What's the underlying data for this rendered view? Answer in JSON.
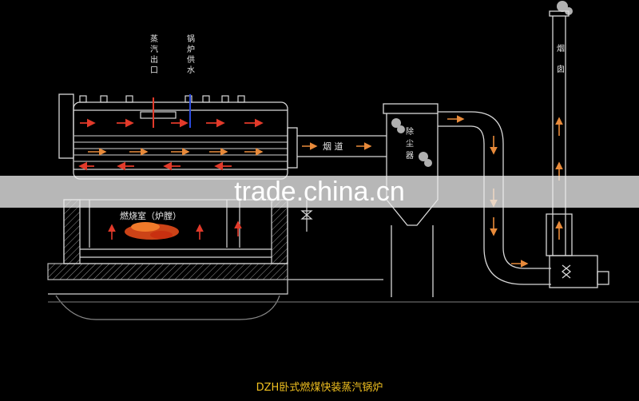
{
  "labels": {
    "steam_outlet": "蒸汽出口",
    "water_supply": "锅炉供水",
    "flue": "烟 道",
    "dust_collector": "除尘器",
    "chimney": "烟囱",
    "combustion_chamber": "燃烧室（炉膛）"
  },
  "watermark": "trade.china.cn",
  "caption": "DZH卧式燃煤快装蒸汽锅炉",
  "colors": {
    "line": "#d8d8d8",
    "arrow_red": "#e23a2a",
    "arrow_orange": "#e88a3a",
    "water_blue": "#2a4adf",
    "fire": "#e24a1a",
    "caption": "#f0c020"
  }
}
